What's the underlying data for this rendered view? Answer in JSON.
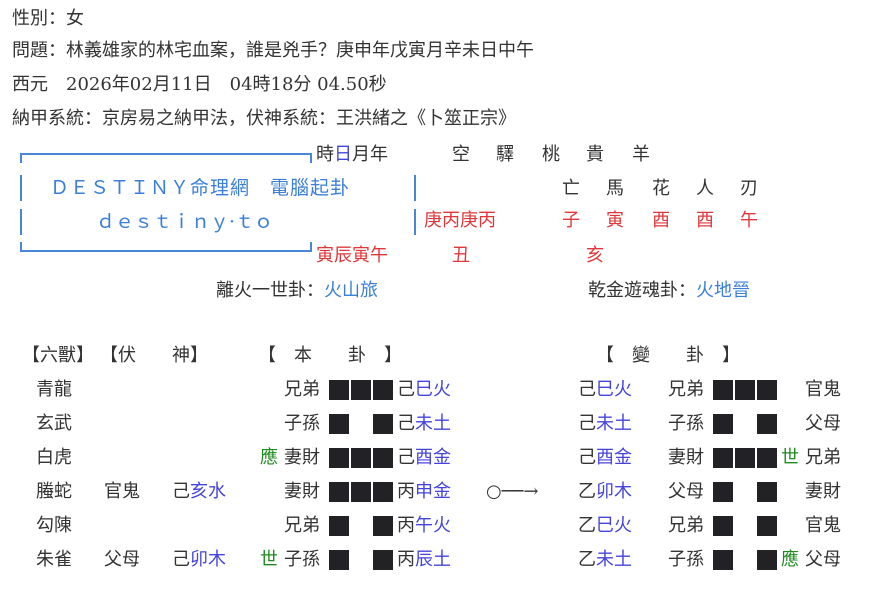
{
  "header": {
    "gender_line": "性別：女",
    "question_line": "問題：林義雄家的林宅血案，誰是兇手？庚申年戊寅月辛未日中午",
    "date_line": "西元　2026年02月11日　04時18分 04.50秒",
    "system_line": "納甲系統：京房易之納甲法，伏神系統：王洪緒之《卜筮正宗》"
  },
  "banner": {
    "line1": "ＤＥＳＴＩＮＹ命理網　電腦起卦",
    "line2": "ｄｅｓｔｉｎｙ·ｔｏ",
    "color": "#4a86d8"
  },
  "pillars": {
    "label_pre": "時",
    "label_day": "日",
    "label_post": "月年",
    "stems": "庚丙庚丙",
    "branches": "寅辰寅午"
  },
  "shensha": {
    "top": [
      "空",
      "驛",
      "桃",
      "貴",
      "羊"
    ],
    "mid": [
      "亡",
      "馬",
      "花",
      "人",
      "刃"
    ],
    "branches_row1": [
      "子",
      "寅",
      "酉",
      "酉",
      "午"
    ],
    "branches_row2": [
      "丑",
      "",
      "亥",
      "",
      ""
    ]
  },
  "hexagrams": {
    "main_label": "離火一世卦：",
    "main_name": "火山旅",
    "changed_label": "乾金遊魂卦：",
    "changed_name": "火地晉"
  },
  "table": {
    "headers": {
      "beasts": "【六獸】",
      "hidden": "【伏　　神】",
      "main": "【　本　　卦　】",
      "changed": "【　變　　卦　】"
    },
    "rows": [
      {
        "beast": "青龍",
        "hidden_rel": "",
        "hidden_stem": "",
        "hidden_branch": "",
        "mark": "",
        "rel": "兄弟",
        "line": "yang",
        "stem": "己",
        "branch": "巳火",
        "moving": "",
        "c_stem": "己",
        "c_branch": "巳火",
        "c_rel": "兄弟",
        "c_line": "yang",
        "c_mark": "",
        "c_rel2": "官鬼"
      },
      {
        "beast": "玄武",
        "hidden_rel": "",
        "hidden_stem": "",
        "hidden_branch": "",
        "mark": "",
        "rel": "子孫",
        "line": "yin",
        "stem": "己",
        "branch": "未土",
        "moving": "",
        "c_stem": "己",
        "c_branch": "未土",
        "c_rel": "子孫",
        "c_line": "yin",
        "c_mark": "",
        "c_rel2": "父母"
      },
      {
        "beast": "白虎",
        "hidden_rel": "",
        "hidden_stem": "",
        "hidden_branch": "",
        "mark": "應",
        "rel": "妻財",
        "line": "yang",
        "stem": "己",
        "branch": "酉金",
        "moving": "",
        "c_stem": "己",
        "c_branch": "酉金",
        "c_rel": "妻財",
        "c_line": "yang",
        "c_mark": "世",
        "c_rel2": "兄弟"
      },
      {
        "beast": "螣蛇",
        "hidden_rel": "官鬼",
        "hidden_stem": "己",
        "hidden_branch": "亥水",
        "mark": "",
        "rel": "妻財",
        "line": "yang",
        "stem": "丙",
        "branch": "申金",
        "moving": "○──→",
        "c_stem": "乙",
        "c_branch": "卯木",
        "c_rel": "父母",
        "c_line": "yin",
        "c_mark": "",
        "c_rel2": "妻財"
      },
      {
        "beast": "勾陳",
        "hidden_rel": "",
        "hidden_stem": "",
        "hidden_branch": "",
        "mark": "",
        "rel": "兄弟",
        "line": "yin",
        "stem": "丙",
        "branch": "午火",
        "moving": "",
        "c_stem": "乙",
        "c_branch": "巳火",
        "c_rel": "兄弟",
        "c_line": "yin",
        "c_mark": "",
        "c_rel2": "官鬼"
      },
      {
        "beast": "朱雀",
        "hidden_rel": "父母",
        "hidden_stem": "己",
        "hidden_branch": "卯木",
        "mark": "世",
        "rel": "子孫",
        "line": "yin",
        "stem": "丙",
        "branch": "辰土",
        "moving": "",
        "c_stem": "乙",
        "c_branch": "未土",
        "c_rel": "子孫",
        "c_line": "yin",
        "c_mark": "應",
        "c_rel2": "父母"
      }
    ]
  },
  "colors": {
    "text": "#333333",
    "red": "#e0383a",
    "blue": "#3b7fd8",
    "element": "#4444dd",
    "shiying": "#1f8a1f",
    "yao_block": "#222226"
  }
}
